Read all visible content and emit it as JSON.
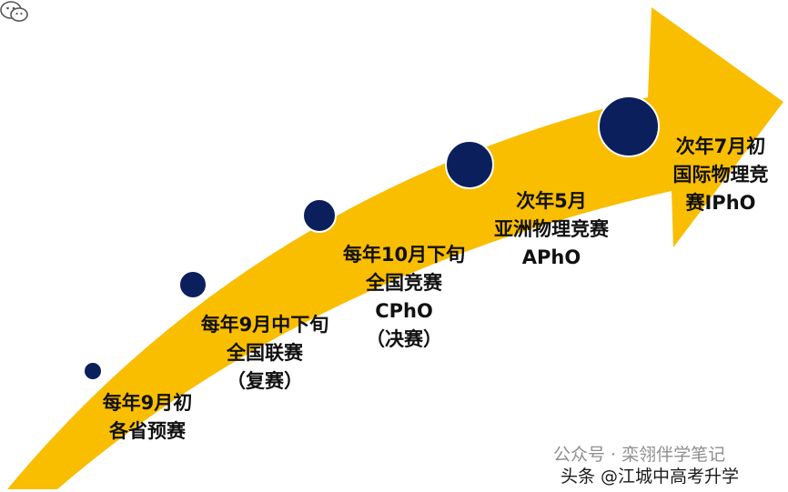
{
  "colors": {
    "arrow": "#F9BE00",
    "dot": "#0B1F5C",
    "dot_outline": "#FFFFFF"
  },
  "milestones": [
    {
      "lines": [
        "每年9月初",
        "各省预赛"
      ]
    },
    {
      "lines": [
        "每年9月中下旬",
        "全国联赛",
        "（复赛）"
      ]
    },
    {
      "lines": [
        "每年10月下旬",
        "全国竞赛",
        "CPhO",
        "（决赛）"
      ]
    },
    {
      "lines": [
        "次年5月",
        "亚洲物理竞赛",
        "APhO"
      ]
    },
    {
      "lines": [
        "次年7月初",
        "国际物理竞",
        "赛IPhO"
      ]
    }
  ],
  "watermark": {
    "account": "公众号 · 栾翎伴学笔记",
    "source": "头条 @江城中高考升学",
    "icon": "wechat-icon"
  }
}
